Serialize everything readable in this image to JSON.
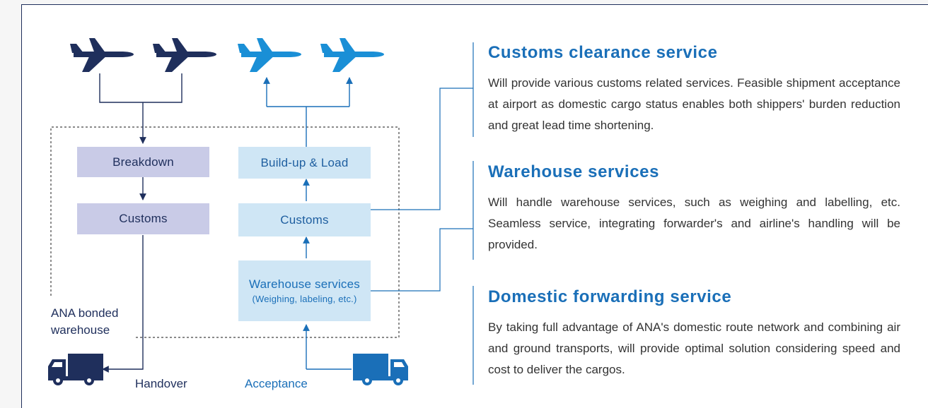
{
  "colors": {
    "dark": "#1f2f5c",
    "blue": "#1a6fb8",
    "dark_box": "#c9cbe7",
    "light_box": "#cfe6f5"
  },
  "icons": {
    "plane_dark": "airplane-icon",
    "plane_light": "airplane-icon",
    "truck": "truck-icon"
  },
  "diagram": {
    "import_flow": {
      "breakdown": "Breakdown",
      "customs": "Customs"
    },
    "export_flow": {
      "build_up": "Build-up & Load",
      "customs": "Customs",
      "warehouse": "Warehouse services",
      "warehouse_sub": "(Weighing, labeling, etc.)"
    },
    "warehouse_label_line1": "ANA bonded",
    "warehouse_label_line2": "warehouse",
    "handover": "Handover",
    "acceptance": "Acceptance"
  },
  "services": [
    {
      "title": "Customs clearance service",
      "text": "Will provide various customs related services. Feasible shipment acceptance at airport as domestic cargo status enables both shippers' burden reduction and great lead time shortening."
    },
    {
      "title": "Warehouse services",
      "text": "Will handle warehouse services, such as weighing and labelling, etc. Seamless service, integrating forwarder's and airline's handling will be provided."
    },
    {
      "title": "Domestic forwarding service",
      "text": "By taking full advantage of ANA's domestic route network and combining air and ground transports, will provide optimal solution considering speed and cost to deliver the cargos."
    }
  ]
}
